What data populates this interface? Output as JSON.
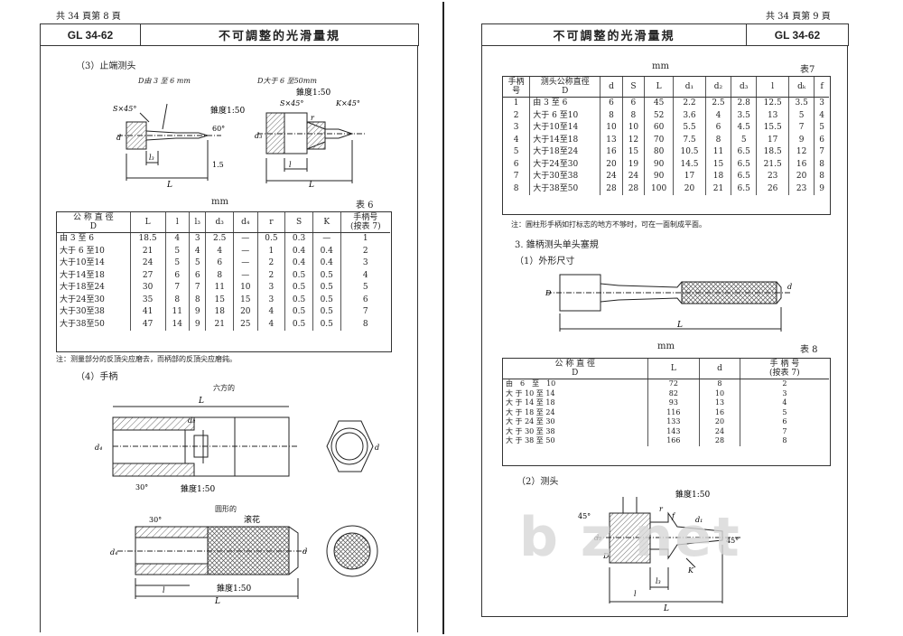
{
  "left_page": {
    "header": "共 34 頁第 8 頁",
    "code": "GL 34-62",
    "title": "不可調整的光滑量規",
    "section3_title": "（3）止端测头",
    "fig3a_caption": "D由 3 至 6 mm",
    "fig3b_caption": "D大于 6 至50mm",
    "fig3_labels": {
      "s45": "S×45°",
      "taper": "錐度1:50",
      "taper2": "錐度1:50",
      "angle60": "60°",
      "l3": "l₃",
      "d": "d",
      "l": "l",
      "L": "L",
      "val15": "1.5",
      "k45": "K×45°",
      "s45b": "S×45°",
      "r": "r",
      "d3": "d₃",
      "d4": "d₄"
    },
    "table6_unit": "mm",
    "table6_label": "表 6",
    "table6_headers": [
      "公 称 直 徑\nD",
      "L",
      "l",
      "l₃",
      "d₃",
      "d₄",
      "r",
      "S",
      "K",
      "手柄号\n(按表 7)"
    ],
    "table6_rows": [
      [
        "由 3 至 6",
        "18.5",
        "4",
        "3",
        "2.5",
        "—",
        "0.5",
        "0.3",
        "—",
        "1"
      ],
      [
        "大于 6 至10",
        "21",
        "5",
        "4",
        "4",
        "—",
        "1",
        "0.4",
        "0.4",
        "2"
      ],
      [
        "大于10至14",
        "24",
        "5",
        "5",
        "6",
        "—",
        "2",
        "0.4",
        "0.4",
        "3"
      ],
      [
        "大于14至18",
        "27",
        "6",
        "6",
        "8",
        "—",
        "2",
        "0.5",
        "0.5",
        "4"
      ],
      [
        "大于18至24",
        "30",
        "7",
        "7",
        "11",
        "10",
        "3",
        "0.5",
        "0.5",
        "5"
      ],
      [
        "大于24至30",
        "35",
        "8",
        "8",
        "15",
        "15",
        "3",
        "0.5",
        "0.5",
        "6"
      ],
      [
        "大于30至38",
        "41",
        "11",
        "9",
        "18",
        "20",
        "4",
        "0.5",
        "0.5",
        "7"
      ],
      [
        "大于38至50",
        "47",
        "14",
        "9",
        "21",
        "25",
        "4",
        "0.5",
        "0.5",
        "8"
      ]
    ],
    "table6_note": "注：测量部分的反頂尖应磨去，而柄部的反頂尖应磨鈍。",
    "section4_title": "（4）手柄",
    "hex_caption": "六方的",
    "round_caption": "圆形的",
    "fig4_labels": {
      "L": "L",
      "l": "l",
      "d3": "d₃",
      "d4": "d₄",
      "d": "d",
      "angle30": "30°",
      "taper": "錐度1:50",
      "knurl": "滚花",
      "l2": "l"
    }
  },
  "right_page": {
    "header": "共 34 頁第 9 頁",
    "title": "不可調整的光滑量規",
    "code": "GL 34-62",
    "table7_unit": "mm",
    "table7_label": "表7",
    "table7_headers": [
      "手柄\n号",
      "测头公称直徑\nD",
      "d",
      "S",
      "L",
      "d₁",
      "d₂",
      "d₃",
      "l",
      "dₖ",
      "f"
    ],
    "table7_rows": [
      [
        "1",
        "由 3 至 6",
        "6",
        "6",
        "45",
        "2.2",
        "2.5",
        "2.8",
        "12.5",
        "3.5",
        "3"
      ],
      [
        "2",
        "大于 6 至10",
        "8",
        "8",
        "52",
        "3.6",
        "4",
        "3.5",
        "13",
        "5",
        "4"
      ],
      [
        "3",
        "大于10至14",
        "10",
        "10",
        "60",
        "5.5",
        "6",
        "4.5",
        "15.5",
        "7",
        "5"
      ],
      [
        "4",
        "大于14至18",
        "13",
        "12",
        "70",
        "7.5",
        "8",
        "5",
        "17",
        "9",
        "6"
      ],
      [
        "5",
        "大于18至24",
        "16",
        "15",
        "80",
        "10.5",
        "11",
        "6.5",
        "18.5",
        "12",
        "7"
      ],
      [
        "6",
        "大于24至30",
        "20",
        "19",
        "90",
        "14.5",
        "15",
        "6.5",
        "21.5",
        "16",
        "8"
      ],
      [
        "7",
        "大于30至38",
        "24",
        "24",
        "90",
        "17",
        "18",
        "6.5",
        "23",
        "20",
        "8"
      ],
      [
        "8",
        "大于38至50",
        "28",
        "28",
        "100",
        "20",
        "21",
        "6.5",
        "26",
        "23",
        "9"
      ]
    ],
    "table7_note": "注：圓柱形手柄如打标志的地方不够时，可在一面制成平面。",
    "section3_title": "3. 錐柄测头单头塞規",
    "sub1_title": "（1）外形尺寸",
    "fig_outer_labels": {
      "D": "D",
      "d": "d",
      "L": "L"
    },
    "table8_unit": "mm",
    "table8_label": "表 8",
    "table8_headers": [
      "公 称 直 徑\nD",
      "L",
      "d",
      "手 柄 号\n(按表 7)"
    ],
    "table8_rows": [
      [
        "由　6　至　10",
        "72",
        "8",
        "2"
      ],
      [
        "大 于 10 至 14",
        "82",
        "10",
        "3"
      ],
      [
        "大 于 14 至 18",
        "93",
        "13",
        "4"
      ],
      [
        "大 于 18 至 24",
        "116",
        "16",
        "5"
      ],
      [
        "大 于 24 至 30",
        "133",
        "20",
        "6"
      ],
      [
        "大 于 30 至 38",
        "143",
        "24",
        "7"
      ],
      [
        "大 于 38 至 50",
        "166",
        "28",
        "8"
      ]
    ],
    "sub2_title": "（2）测头",
    "fig_head_labels": {
      "taper": "錐度1:50",
      "angle45": "45°",
      "angle45b": "45°",
      "d1": "d₁",
      "d2": "d₂",
      "D": "D",
      "l": "l",
      "l3": "l₃",
      "L": "L",
      "r": "r",
      "f": "f",
      "K": "K"
    }
  },
  "watermark": "b  z  net"
}
